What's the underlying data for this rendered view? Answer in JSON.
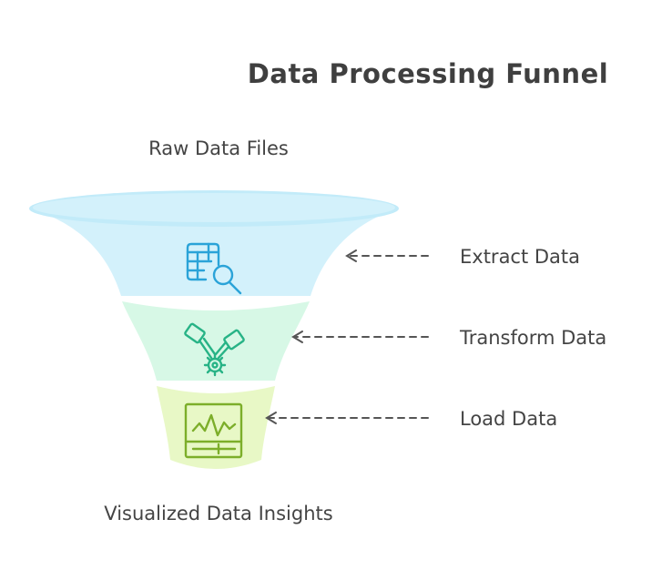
{
  "title": "Data Processing Funnel",
  "input_label": "Raw Data Files",
  "output_label": "Visualized Data Insights",
  "stages": [
    {
      "label": "Extract Data",
      "icon": "table-search-icon",
      "color": "#d3f1fb",
      "stroke": "#2aa3d8"
    },
    {
      "label": "Transform Data",
      "icon": "pistons-gear-icon",
      "color": "#d7f8e6",
      "stroke": "#27b386"
    },
    {
      "label": "Load Data",
      "icon": "monitor-chart-icon",
      "color": "#e8f8c6",
      "stroke": "#7cae2a"
    }
  ]
}
